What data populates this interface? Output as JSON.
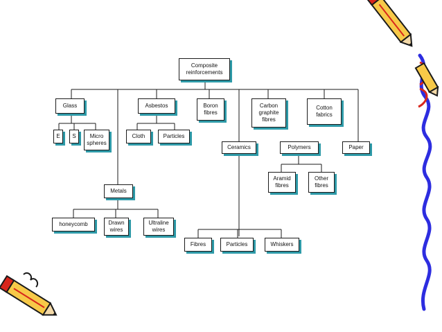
{
  "nodes": {
    "composite": "Composite\nreinforcements",
    "glass": "Glass",
    "asbestos": "Asbestos",
    "boron": "Boron\nfibres",
    "carbon": "Carbon\ngraphite\nfibres",
    "cotton": "Cotton\nfabrics",
    "e": "E",
    "s": "S",
    "micro": "Micro\nspheres",
    "cloth": "Cloth",
    "particles_asb": "Particles",
    "ceramics": "Ceramics",
    "polymers": "Polymers",
    "paper": "Paper",
    "aramid": "Aramid\nfibres",
    "other": "Other\nfibres",
    "metals": "Metals",
    "honeycomb": "honeycomb",
    "drawn": "Drawn\nwires",
    "ultraline": "Ultraline\nwires",
    "fibres": "Fibres",
    "particles_cer": "Particles",
    "whiskers": "Whiskers"
  },
  "colors": {
    "box_border": "#1a1a1a",
    "box_shadow": "#2e9aa8",
    "connector": "#1a1a1a",
    "pencil_yellow": "#f7c948",
    "pencil_red": "#d8261c",
    "squiggle_blue": "#2d2de0"
  },
  "decorations": {
    "top_right": "pencil-icon",
    "bottom_left": "pencil-icon",
    "right_edge": "squiggle-border"
  }
}
